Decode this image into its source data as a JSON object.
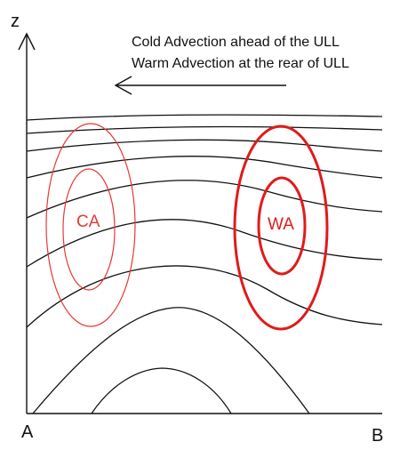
{
  "axis": {
    "z_label": "z",
    "a_label": "A",
    "b_label": "B"
  },
  "caption": {
    "line1": "Cold Advection ahead of the ULL",
    "line2": "Warm Advection at the rear of ULL"
  },
  "regions": {
    "cold": {
      "label": "CA",
      "color": "#e53935"
    },
    "warm": {
      "label": "WA",
      "color": "#e01b1b"
    }
  },
  "colors": {
    "lines": "#111111"
  },
  "icons": {
    "flow_arrow": "left-arrow-icon"
  }
}
